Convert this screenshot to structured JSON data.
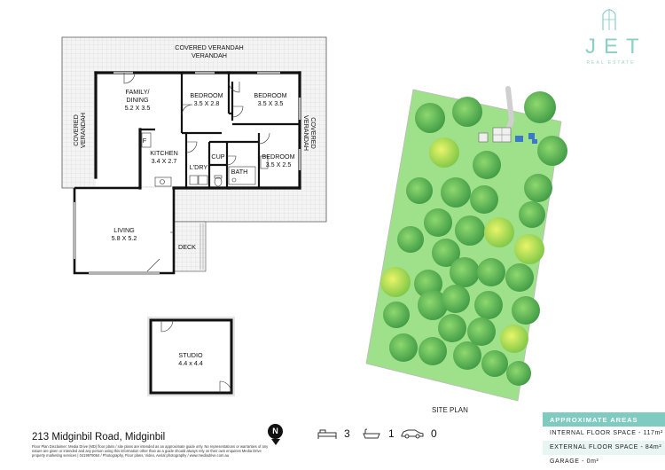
{
  "brand": {
    "name": "JET",
    "tagline": "REAL ESTATE"
  },
  "rooms": {
    "covered_verandah_top": "COVERED VERANDAH",
    "covered_verandah_left": "COVERED VERANDAH",
    "covered_verandah_right": "COVERED VERANDAH",
    "family_dining": "FAMILY/ DINING",
    "family_dining_size": "5.2 X 3.5",
    "bedroom1": "BEDROOM",
    "bedroom1_size": "3.5 X 2.8",
    "bedroom2": "BEDROOM",
    "bedroom2_size": "3.5 X 3.5",
    "bedroom3": "BEDROOM",
    "bedroom3_size": "3.5 X 2.5",
    "kitchen": "KITCHEN",
    "kitchen_size": "3.4 X 2.7",
    "fridge": "F",
    "laundry": "L'DRY",
    "cupboard": "CUP",
    "bath": "BATH",
    "living": "LIVING",
    "living_size": "5.8 X 5.2",
    "deck": "DECK",
    "studio": "STUDIO",
    "studio_size": "4.4 x 4.4"
  },
  "site_plan": {
    "label": "SITE PLAN"
  },
  "areas": {
    "heading": "APPROXIMATE AREAS",
    "internal": "INTERNAL FLOOR SPACE - 117m²",
    "external": "EXTERNAL FLOOR SPACE - 84m²",
    "garage": "GARAGE -    0m²"
  },
  "footer": {
    "address": "213 Midginbil Road, Midginbil",
    "disclaimer": "Floor Plan Disclaimer: Media Drive (MD) floor plans / site plans are intended as an approximate guide only. No representations or warranties of any nature are given or intended and any person using this information other than as a guide should always rely on their own enquiries Media Drive property marketing services | 0419979064 / Photography, Floor plans, Video, Aerial photography / www.mediadrive.com.au",
    "north": "N",
    "bedrooms": "3",
    "bathrooms": "1",
    "car_spaces": "0"
  },
  "icons": [
    "bed-icon",
    "bath-icon",
    "car-icon",
    "north-arrow-icon",
    "jet-logo-icon"
  ],
  "colors": {
    "accent": "#7fcbc1",
    "site_green": "#8fd97a",
    "tree_dark": "#4ea84a"
  }
}
